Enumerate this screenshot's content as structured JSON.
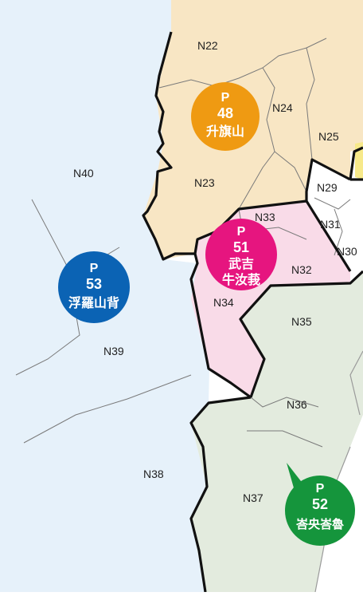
{
  "colors": {
    "zone_blue": "#e6f1fa",
    "zone_yellow": "#f8e6c4",
    "zone_pink": "#f9dbe8",
    "zone_green": "#e3ebde",
    "zone_white": "#ffffff",
    "zone_bright_yellow": "#f7e98a",
    "badge_p53": "#0b63b4",
    "badge_p48": "#ef9a12",
    "badge_p51": "#e6157f",
    "badge_p52": "#15953c"
  },
  "zones": {
    "n22": "N22",
    "n23": "N23",
    "n24": "N24",
    "n25": "N25",
    "n29": "N29",
    "n30": "N30",
    "n31": "N31",
    "n32": "N32",
    "n33": "N33",
    "n34": "N34",
    "n35": "N35",
    "n36": "N36",
    "n37": "N37",
    "n38": "N38",
    "n39": "N39",
    "n40": "N40"
  },
  "badges": {
    "p48": {
      "prefix": "P",
      "number": "48",
      "name": "升旗山"
    },
    "p51": {
      "prefix": "P",
      "number": "51",
      "name_line1": "武吉",
      "name_line2": "牛汝莪"
    },
    "p52": {
      "prefix": "P",
      "number": "52",
      "name": "峇央峇魯"
    },
    "p53": {
      "prefix": "P",
      "number": "53",
      "name": "浮羅山背"
    }
  }
}
